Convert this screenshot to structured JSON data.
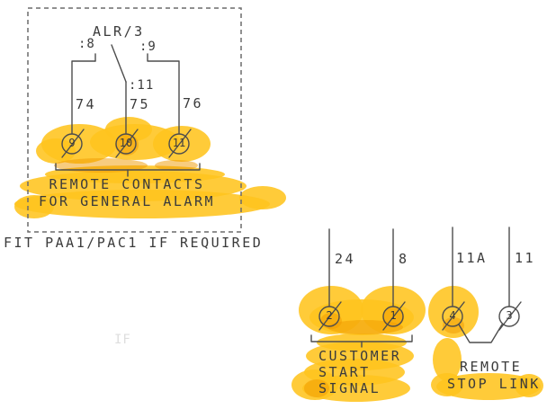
{
  "colors": {
    "ink": "#3b3b3b",
    "line": "#4d4d4d",
    "highlight": "#ffc41e",
    "highlight_dark": "#ef9a00"
  },
  "alarm_box": {
    "relay": "ALR/3",
    "pin8": ":8",
    "pin9": ":9",
    "pin11": ":11",
    "wires": [
      "74",
      "75",
      "76"
    ],
    "terminals": [
      "9",
      "10",
      "11"
    ],
    "caption1": "REMOTE CONTACTS",
    "caption2": "FOR GENERAL ALARM"
  },
  "note": "FIT PAA1/PAC1 IF REQUIRED",
  "customer": {
    "wires": [
      "24",
      "8",
      "11A",
      "11"
    ],
    "terminals": [
      "2",
      "1",
      "4",
      "3"
    ],
    "caption1": "CUSTOMER",
    "caption2": "START",
    "caption3": "SIGNAL"
  },
  "remote_stop": {
    "caption1": "REMOTE",
    "caption2": "STOP LINK"
  },
  "faint_mark": "IF"
}
